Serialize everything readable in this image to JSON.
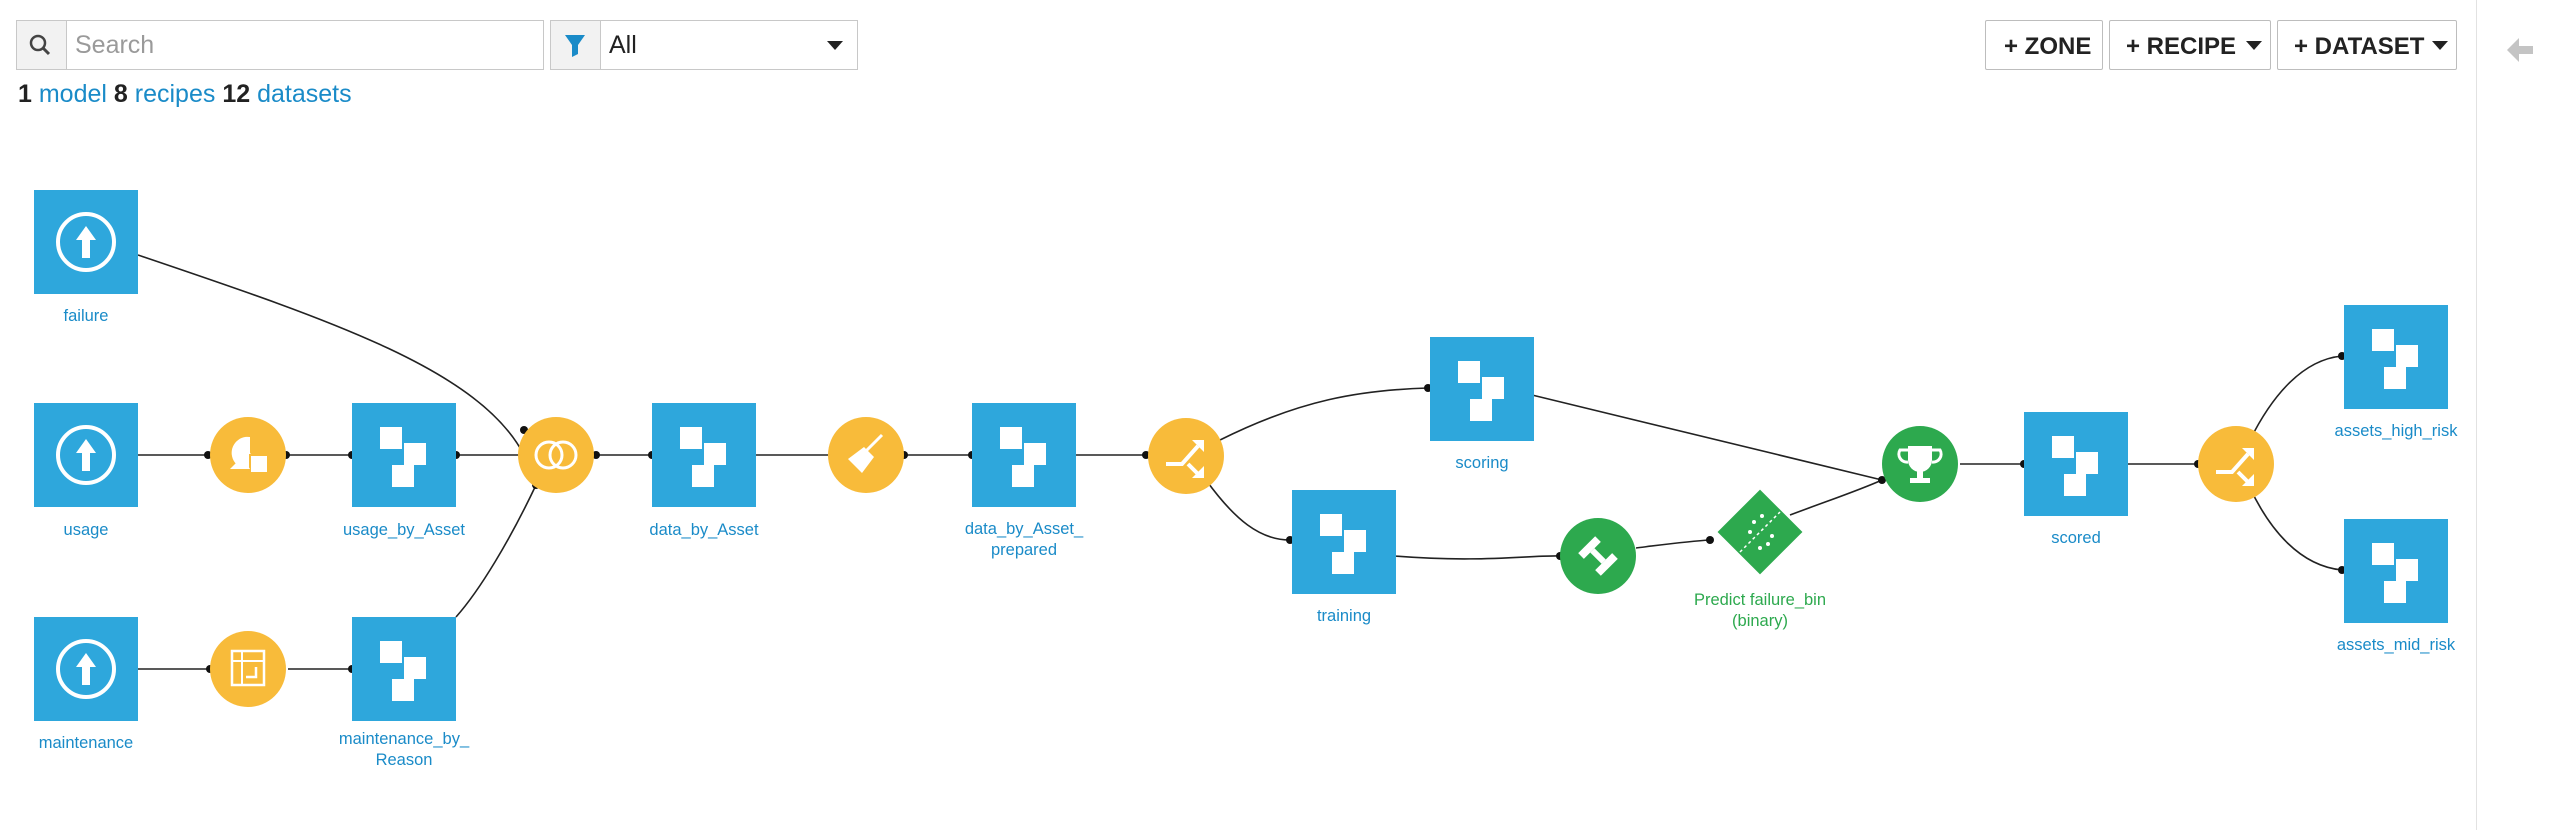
{
  "toolbar": {
    "search_placeholder": "Search",
    "filter_value": "All",
    "zone_label": "+ ZONE",
    "recipe_label": "+ RECIPE",
    "dataset_label": "+ DATASET"
  },
  "summary": {
    "model_count": "1",
    "model_label": "model",
    "recipe_count": "8",
    "recipe_label": "recipes",
    "dataset_count": "12",
    "dataset_label": "datasets"
  },
  "colors": {
    "dataset": "#2ea7dc",
    "recipe": "#f8bb3a",
    "model": "#2da94e",
    "link": "#1a8bc8"
  },
  "flow": {
    "datasets": {
      "failure": "failure",
      "usage": "usage",
      "maintenance": "maintenance",
      "usage_by_asset": "usage_by_Asset",
      "maintenance_by_reason_1": "maintenance_by_",
      "maintenance_by_reason_2": "Reason",
      "data_by_asset": "data_by_Asset",
      "data_by_asset_prepared_1": "data_by_Asset_",
      "data_by_asset_prepared_2": "prepared",
      "scoring": "scoring",
      "training": "training",
      "scored": "scored",
      "assets_high_risk": "assets_high_risk",
      "assets_mid_risk": "assets_mid_risk"
    },
    "model": {
      "name_1": "Predict failure_bin",
      "name_2": "(binary)"
    },
    "recipe_icons": {
      "group": "group-recipe-icon",
      "pivot": "pivot-recipe-icon",
      "join": "join-recipe-icon",
      "prepare": "prepare-recipe-icon",
      "split_1": "split-recipe-icon",
      "train": "train-recipe-icon",
      "score": "score-recipe-icon",
      "split_2": "split-recipe-icon"
    }
  }
}
